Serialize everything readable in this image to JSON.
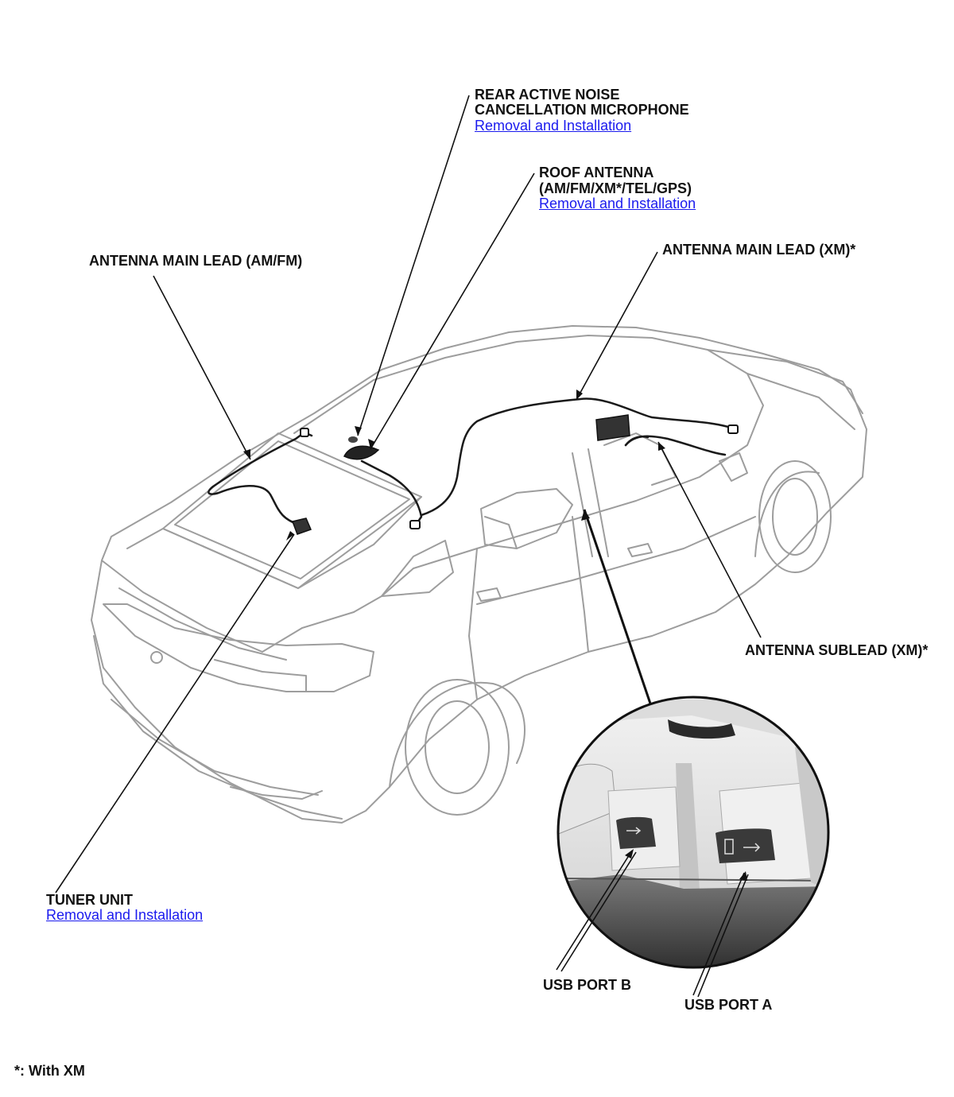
{
  "labels": {
    "rear_mic_line1": "REAR ACTIVE NOISE",
    "rear_mic_line2": "CANCELLATION MICROPHONE",
    "roof_antenna_line1": "ROOF ANTENNA",
    "roof_antenna_line2": "(AM/FM/XM*/TEL/GPS)",
    "main_lead_amfm": "ANTENNA MAIN LEAD (AM/FM)",
    "main_lead_xm": "ANTENNA MAIN LEAD (XM)*",
    "sublead_xm": "ANTENNA SUBLEAD (XM)*",
    "tuner_unit": "TUNER UNIT",
    "usb_port_b": "USB PORT B",
    "usb_port_a": "USB PORT A",
    "footnote": "*: With XM"
  },
  "links": {
    "rear_mic": "Removal and Installation",
    "roof_antenna": "Removal and Installation",
    "tuner_unit": "Removal and Installation"
  },
  "colors": {
    "link": "#1a1aee",
    "line": "#111111",
    "car_outline": "#9a9a9a"
  }
}
